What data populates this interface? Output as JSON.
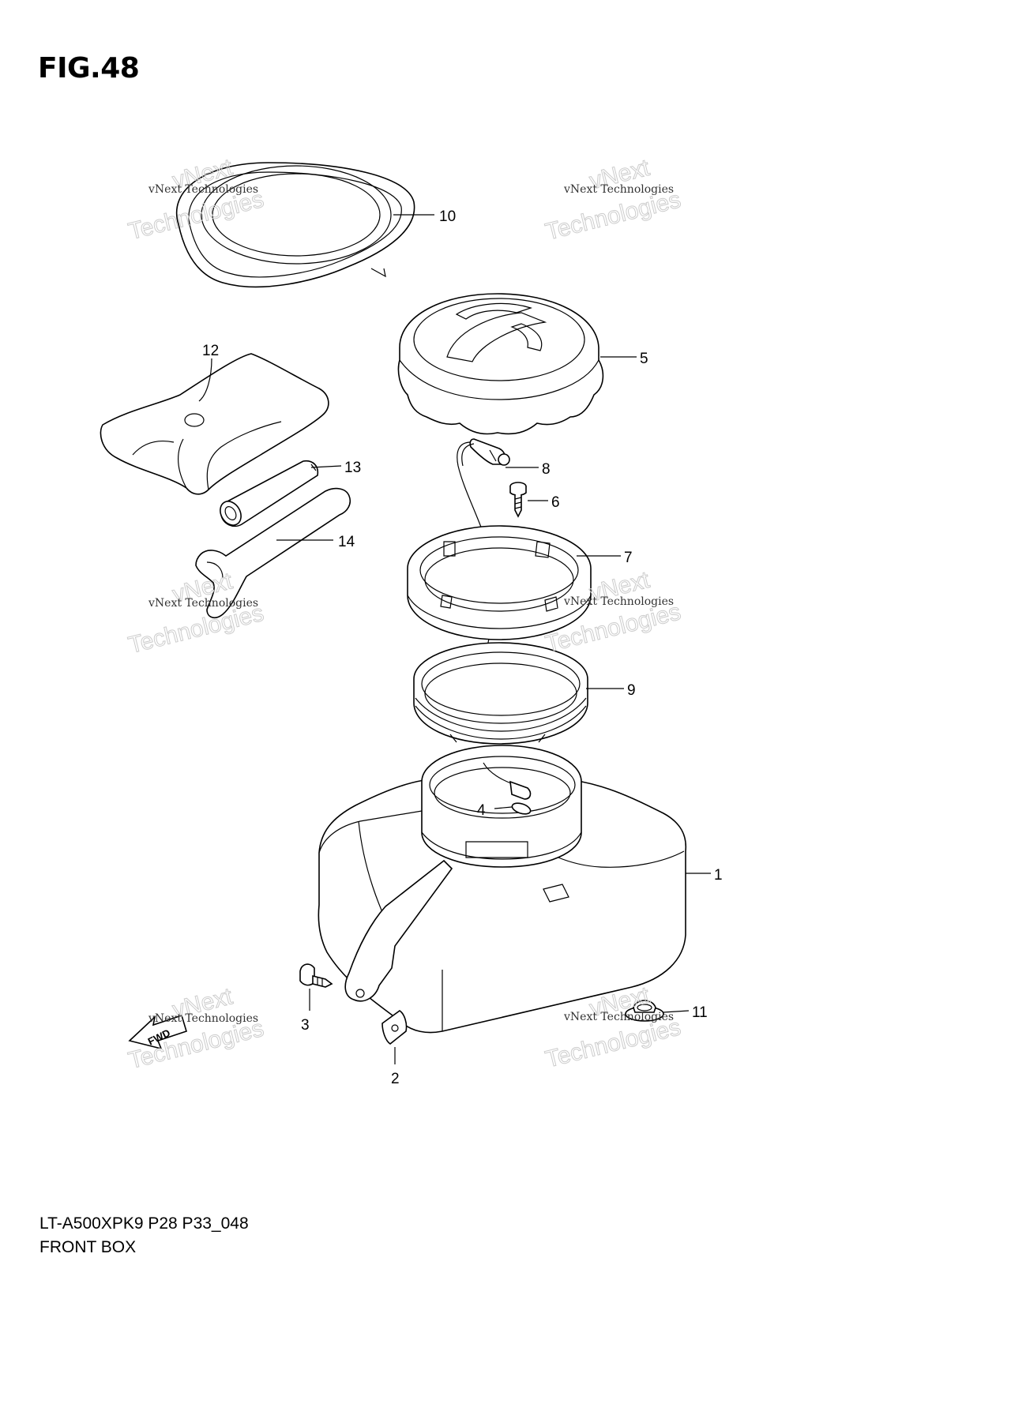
{
  "figure": {
    "title": "FIG.48"
  },
  "footer": {
    "model_code": "LT-A500XPK9 P28 P33_048",
    "section_title": "FRONT BOX"
  },
  "watermark": {
    "line1": "vNext Technologies",
    "line2": "vNext",
    "line3": "Technologies"
  },
  "callouts": [
    {
      "id": "1",
      "label": "1"
    },
    {
      "id": "2",
      "label": "2"
    },
    {
      "id": "3",
      "label": "3"
    },
    {
      "id": "4",
      "label": "4"
    },
    {
      "id": "5",
      "label": "5"
    },
    {
      "id": "6",
      "label": "6"
    },
    {
      "id": "7",
      "label": "7"
    },
    {
      "id": "8",
      "label": "8"
    },
    {
      "id": "9",
      "label": "9"
    },
    {
      "id": "10",
      "label": "10"
    },
    {
      "id": "11",
      "label": "11"
    },
    {
      "id": "12",
      "label": "12"
    },
    {
      "id": "13",
      "label": "13"
    },
    {
      "id": "14",
      "label": "14"
    }
  ],
  "fwd_arrow": {
    "text": "FWD"
  }
}
